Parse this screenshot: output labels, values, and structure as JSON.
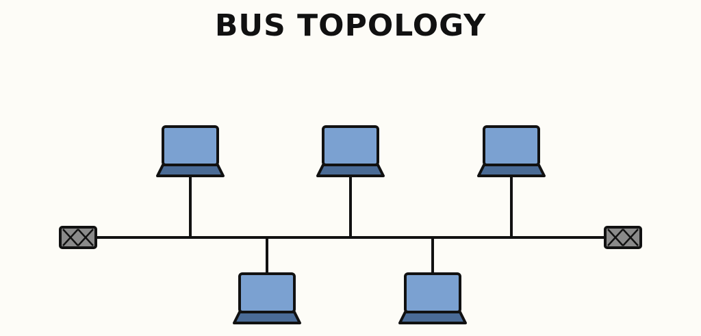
{
  "title": "BUS TOPOLOGY",
  "colors": {
    "background": "#fdfcf7",
    "stroke": "#111111",
    "screen": "#7ba1d1",
    "keyboard": "#4a6b96",
    "terminator": "#8a8a8a"
  },
  "icons": {
    "node": "laptop-icon",
    "end": "terminator-icon"
  },
  "nodes": [
    {
      "id": "node-top-1",
      "side": "top"
    },
    {
      "id": "node-top-2",
      "side": "top"
    },
    {
      "id": "node-top-3",
      "side": "top"
    },
    {
      "id": "node-bottom-1",
      "side": "bottom"
    },
    {
      "id": "node-bottom-2",
      "side": "bottom"
    }
  ],
  "terminators": [
    {
      "id": "terminator-left"
    },
    {
      "id": "terminator-right"
    }
  ]
}
